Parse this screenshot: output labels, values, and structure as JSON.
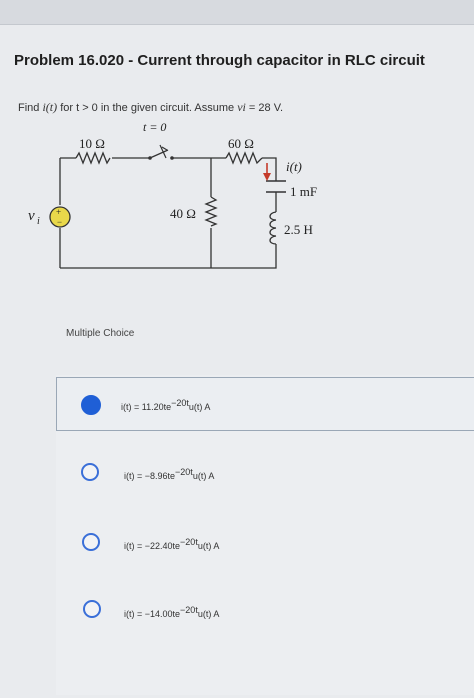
{
  "header": {
    "title": "Problem 16.020 - Current through capacitor in RLC circuit"
  },
  "question": {
    "prefix": "Find ",
    "func": "i(t)",
    "mid": " for t > 0 in the given circuit. Assume ",
    "var": "vi",
    "suffix": " = 28 V."
  },
  "circuit": {
    "switch_label": "t = 0",
    "r1_label": "10 Ω",
    "r2_label": "60 Ω",
    "r3_label": "40 Ω",
    "current_label": "i(t)",
    "cap_label": "1 mF",
    "ind_label": "2.5 H",
    "source_label": "v",
    "source_sub": "i",
    "source_plus": "+",
    "source_minus": "−"
  },
  "multiple_choice": {
    "label": "Multiple Choice",
    "options": [
      {
        "prefix": "i(t) = 11.20te",
        "exp": "−20t",
        "suffix": "u(t) A",
        "selected": true
      },
      {
        "prefix": "i(t) = −8.96te",
        "exp": "−20t",
        "suffix": "u(t) A",
        "selected": false
      },
      {
        "prefix": "i(t) = −22.40te",
        "exp": "−20t",
        "suffix": "u(t) A",
        "selected": false
      },
      {
        "prefix": "i(t) = −14.00te",
        "exp": "−20t",
        "suffix": "u(t) A",
        "selected": false
      }
    ]
  },
  "colors": {
    "accent": "#1f5fd6",
    "source_fill": "#e9d84a"
  }
}
